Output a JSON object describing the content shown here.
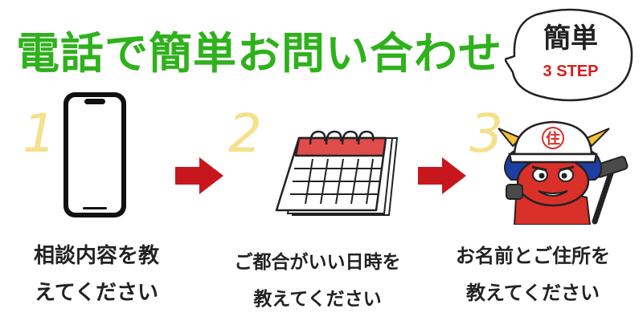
{
  "title": "電話で簡単お問い合わせ",
  "badge": {
    "line1": "簡単",
    "line2": "3 STEP"
  },
  "steps": [
    {
      "number": "1",
      "illustration": "smartphone-icon",
      "caption_line1": "相談内容を教",
      "caption_line2": "えてください"
    },
    {
      "number": "2",
      "illustration": "calendar-icon",
      "caption_line1": "ご都合がいい日時を",
      "caption_line2": "教えてください"
    },
    {
      "number": "3",
      "illustration": "red-oni-mascot",
      "mascot_helmet_text": "住",
      "caption_line1": "お名前とご住所を",
      "caption_line2": "教えてください"
    }
  ],
  "colors": {
    "title": "#2fb11c",
    "arrow": "#c8161d",
    "step_number": "#f5e08c",
    "badge_step": "#d81d1d"
  }
}
